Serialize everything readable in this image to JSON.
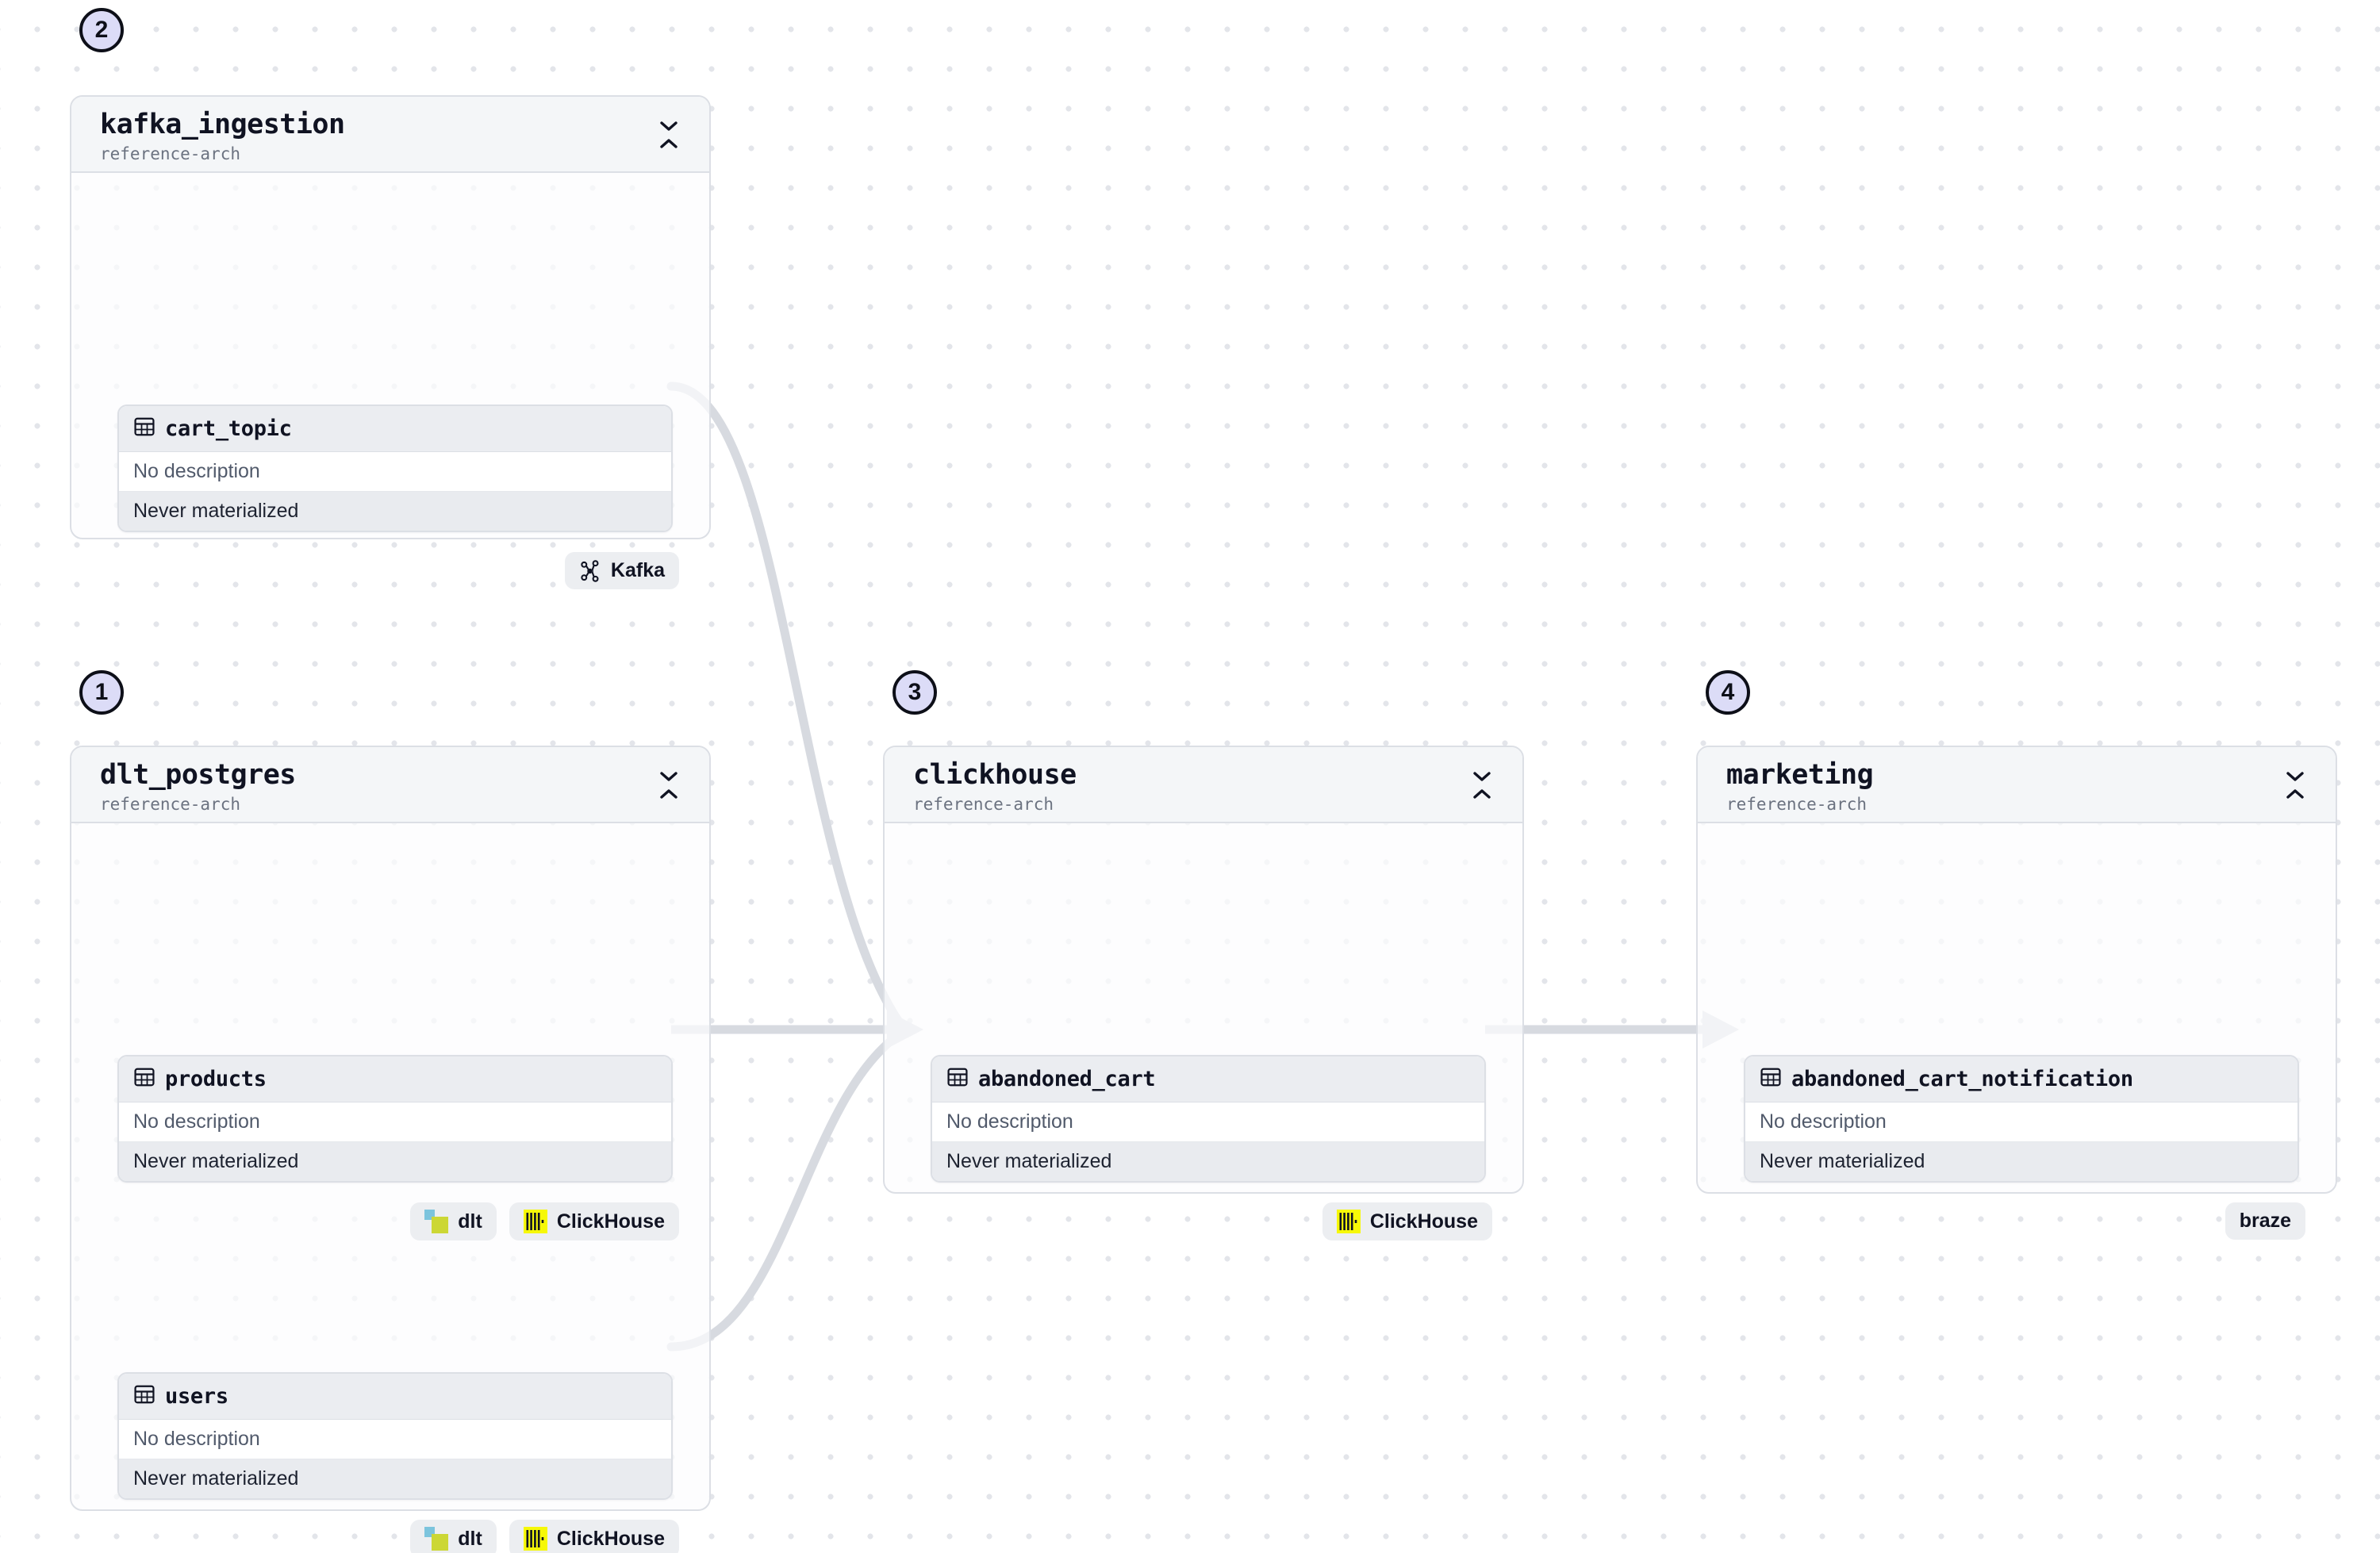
{
  "canvas": {
    "background": "#ffffff",
    "dot_color": "#e3e5ea",
    "edge_color": "#d7dae0",
    "badge_fill": "#dcdcf7",
    "badge_border": "#0d0f18"
  },
  "labels": {
    "no_description": "No description",
    "never_materialized": "Never materialized"
  },
  "groups": [
    {
      "id": "kafka_ingestion",
      "badge": "2",
      "title": "kafka_ingestion",
      "subtitle": "reference-arch",
      "collapse_icon": "collapse-vertical-icon",
      "tables": [
        {
          "id": "cart_topic",
          "name": "cart_topic",
          "icon": "table-icon",
          "description": "No description",
          "status": "Never materialized"
        }
      ],
      "pills": [
        {
          "label": "Kafka",
          "icon": "kafka-icon"
        }
      ]
    },
    {
      "id": "dlt_postgres",
      "badge": "1",
      "title": "dlt_postgres",
      "subtitle": "reference-arch",
      "collapse_icon": "collapse-vertical-icon",
      "tables": [
        {
          "id": "products",
          "name": "products",
          "icon": "table-icon",
          "description": "No description",
          "status": "Never materialized"
        },
        {
          "id": "users",
          "name": "users",
          "icon": "table-icon",
          "description": "No description",
          "status": "Never materialized"
        }
      ],
      "pills": [
        {
          "label": "dlt",
          "icon": "dlt-icon"
        },
        {
          "label": "ClickHouse",
          "icon": "clickhouse-icon"
        }
      ]
    },
    {
      "id": "clickhouse",
      "badge": "3",
      "title": "clickhouse",
      "subtitle": "reference-arch",
      "collapse_icon": "collapse-vertical-icon",
      "tables": [
        {
          "id": "abandoned_cart",
          "name": "abandoned_cart",
          "icon": "table-icon",
          "description": "No description",
          "status": "Never materialized"
        }
      ],
      "pills": [
        {
          "label": "ClickHouse",
          "icon": "clickhouse-icon"
        }
      ]
    },
    {
      "id": "marketing",
      "badge": "4",
      "title": "marketing",
      "subtitle": "reference-arch",
      "collapse_icon": "collapse-vertical-icon",
      "tables": [
        {
          "id": "abandoned_cart_notification",
          "name": "abandoned_cart_notification",
          "icon": "table-icon",
          "description": "No description",
          "status": "Never materialized"
        }
      ],
      "pills": [
        {
          "label": "braze",
          "icon": "none"
        }
      ]
    }
  ],
  "edges": [
    {
      "from": "cart_topic",
      "to": "abandoned_cart"
    },
    {
      "from": "products",
      "to": "abandoned_cart"
    },
    {
      "from": "users",
      "to": "abandoned_cart"
    },
    {
      "from": "abandoned_cart",
      "to": "abandoned_cart_notification"
    }
  ]
}
